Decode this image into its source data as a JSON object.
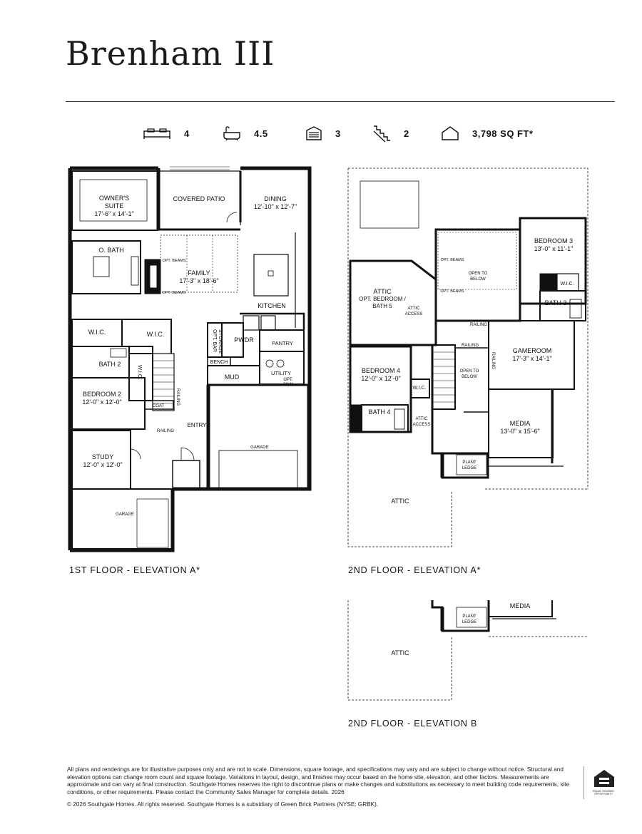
{
  "title": "Brenham III",
  "stats": [
    {
      "icon": "bed-icon",
      "value": "4"
    },
    {
      "icon": "bathtub-icon",
      "value": "4.5"
    },
    {
      "icon": "garage-icon",
      "value": "3"
    },
    {
      "icon": "stairs-icon",
      "value": "2"
    },
    {
      "icon": "house-icon",
      "value": "3,798 SQ FT*"
    }
  ],
  "first_floor": {
    "label": "1ST FLOOR - ELEVATION A*",
    "rooms": {
      "owners_suite": "OWNER'S",
      "owners_suite2": "SUITE",
      "owners_suite_dim": "17'-6\" x 14'-1\"",
      "covered_patio": "COVERED PATIO",
      "dining": "DINING",
      "dining_dim": "12'-10\" x 12'-7\"",
      "o_bath": "O. BATH",
      "opt_beams_top": "OPT. BEAMS",
      "opt_beams_bottom": "OPT. BEAMS",
      "family": "FAMILY",
      "family_dim": "17'-3\" x 18'-6\"",
      "kitchen": "KITCHEN",
      "wic1": "W.I.C.",
      "wic2": "W.I.C.",
      "storage": "STORAGE",
      "opt_bar": "OPT. BAR",
      "pwdr": "PWDR",
      "pantry": "PANTRY",
      "bath2": "BATH 2",
      "wic3": "W.I.C.",
      "bench": "BENCH",
      "mud": "MUD",
      "utility": "UTILITY",
      "opt_sink": "OPT.",
      "opt_sink2": "SINK",
      "bedroom2": "BEDROOM 2",
      "bedroom2_dim": "12'-0\" x 12'-0\"",
      "coat": "COAT",
      "railing1": "RAILING",
      "railing2": "RAILING",
      "entry": "ENTRY",
      "garage_main": "GARAGE",
      "study": "STUDY",
      "study_dim": "12'-0\" x 12'-0\"",
      "garage_side": "GARAGE"
    }
  },
  "second_floor_a": {
    "label": "2ND FLOOR - ELEVATION A*",
    "rooms": {
      "opt_beams_top": "OPT. BEAMS",
      "open_below1": "OPEN TO",
      "open_below1b": "BELOW",
      "opt_beams_bottom": "OPT. BEAMS",
      "bedroom3": "BEDROOM 3",
      "bedroom3_dim": "13'-0\" x 11'-1\"",
      "wic_b3": "W.I.C.",
      "bath3": "BATH 3",
      "attic1": "ATTIC",
      "attic_opt": "OPT. BEDROOM /",
      "attic_opt2": "BATH 5",
      "attic_access1": "ATTIC",
      "attic_access1b": "ACCESS",
      "railing_top": "RAILING",
      "railing_mid": "RAILING",
      "railing_side": "RAILING",
      "gameroom": "GAMEROOM",
      "gameroom_dim": "17'-3\" x 14'-1\"",
      "bedroom4": "BEDROOM 4",
      "bedroom4_dim": "12'-0\" x 12'-0\"",
      "open_below2": "OPEN TO",
      "open_below2b": "BELOW",
      "wic_b4": "W.I.C.",
      "bath4": "BATH 4",
      "attic_access2": "ATTIC",
      "attic_access2b": "ACCESS",
      "media": "MEDIA",
      "media_dim": "13'-0\" x 15'-6\"",
      "plant_ledge": "PLANT",
      "plant_ledge2": "LEDGE",
      "attic2": "ATTIC"
    }
  },
  "second_floor_b": {
    "label": "2ND FLOOR - ELEVATION B",
    "rooms": {
      "media": "MEDIA",
      "plant_ledge": "PLANT",
      "plant_ledge2": "LEDGE",
      "attic": "ATTIC"
    }
  },
  "disclaimer": "All plans and renderings are for illustrative purposes only and are not to scale. Dimensions, square footage, and specifications may vary and are subject to change without notice. Structural and elevation options can change room count and square footage. Variations in layout, design, and finishes may occur based on the home site, elevation, and other factors. Measurements are approximate and can vary at final construction. Southgate Homes reserves the right to discontinue plans or make changes and substitutions as necessary to meet building code requirements, site conditions, or other requirements. Please contact the Community Sales Manager for complete details. 2026",
  "copyright": "© 2026 Southgate Homes. All rights reserved. Southgate Homes is a subsidiary of Green Brick Partners (NYSE: GRBK).",
  "eho_text": "EQUAL HOUSING OPPORTUNITY"
}
